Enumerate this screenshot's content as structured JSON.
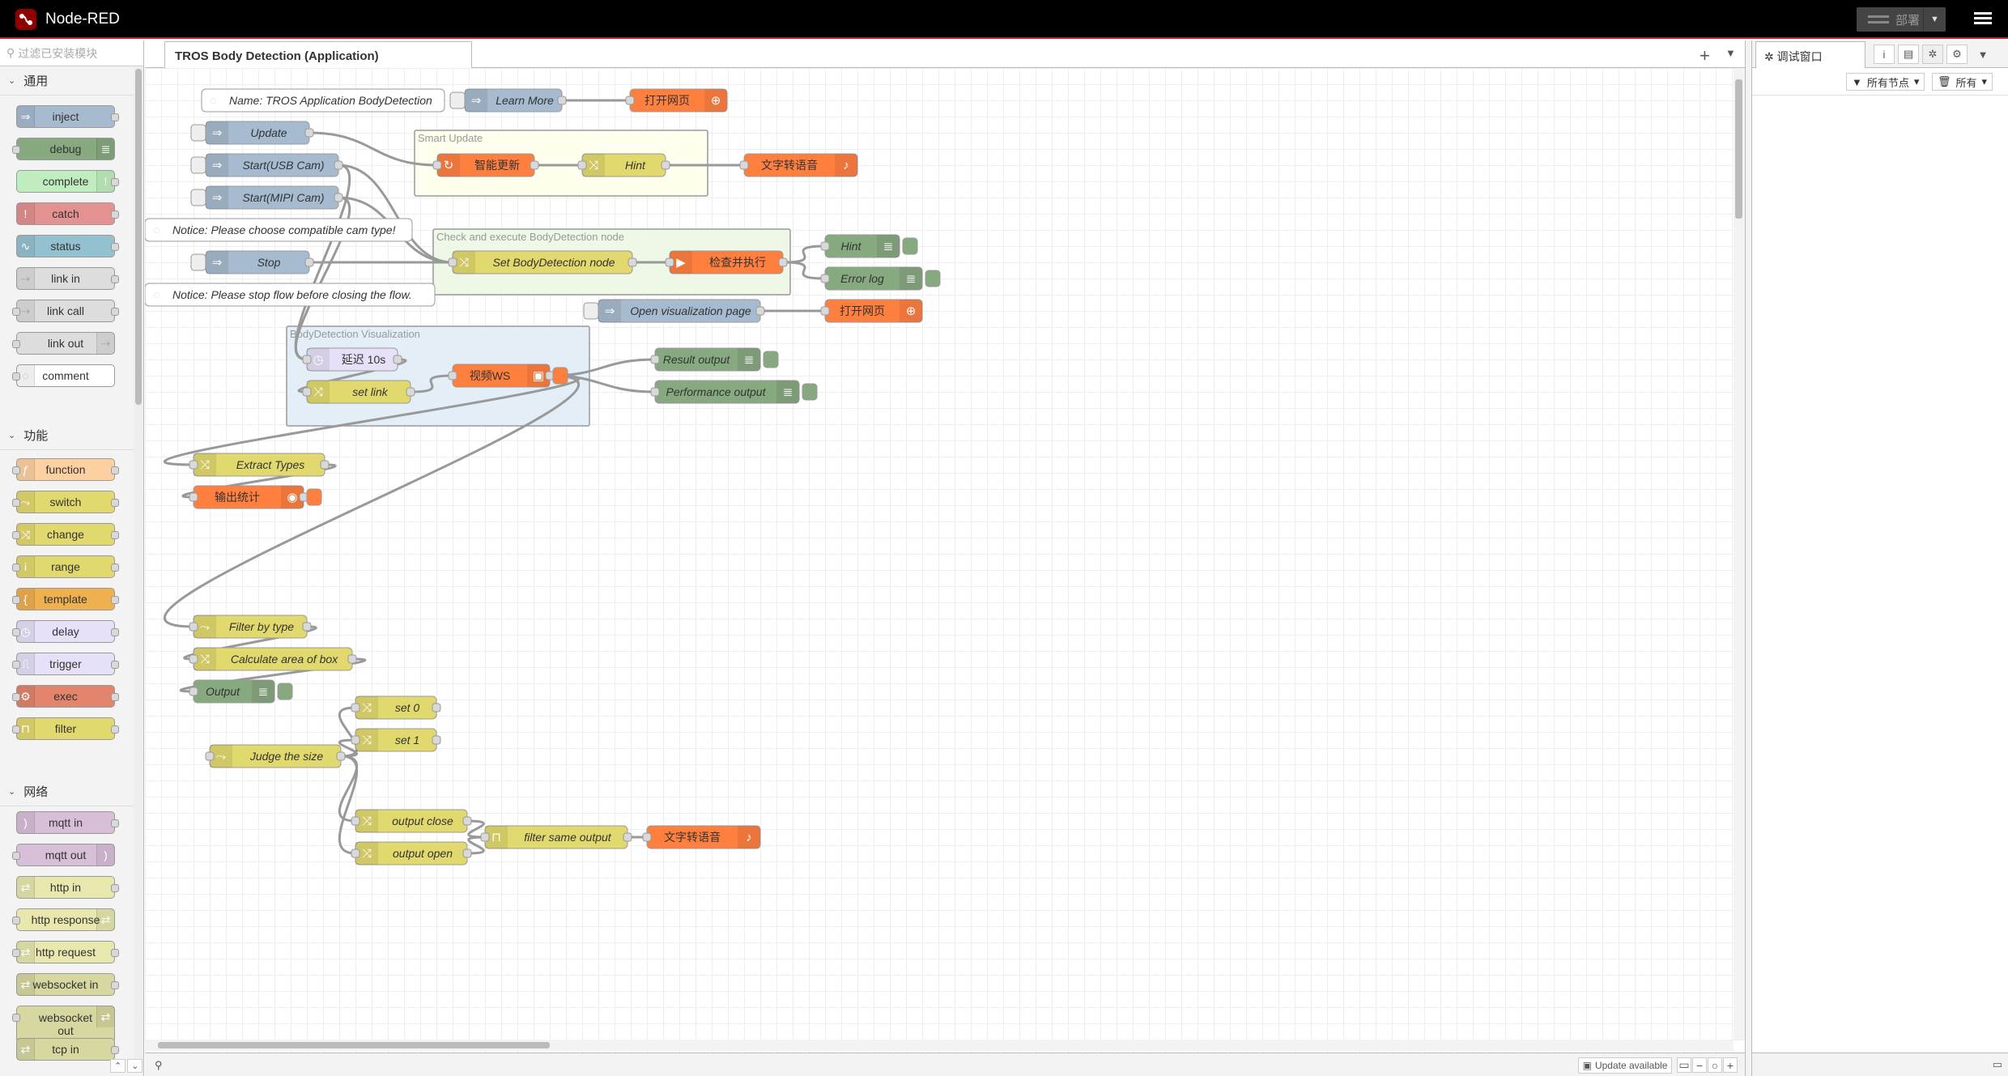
{
  "header": {
    "title": "Node-RED",
    "deploy_label": "部署"
  },
  "palette": {
    "search_placeholder": "过滤已安装模块",
    "categories": [
      {
        "name": "通用",
        "nodes": [
          "inject",
          "debug",
          "complete",
          "catch",
          "status",
          "link in",
          "link call",
          "link out",
          "comment"
        ]
      },
      {
        "name": "功能",
        "nodes": [
          "function",
          "switch",
          "change",
          "range",
          "template",
          "delay",
          "trigger",
          "exec",
          "filter"
        ]
      },
      {
        "name": "网络",
        "nodes": [
          "mqtt in",
          "mqtt out",
          "http in",
          "http response",
          "http request",
          "websocket in",
          "websocket out",
          "tcp in"
        ]
      }
    ],
    "node_colors": {
      "inject": "#a6bbcf",
      "debug": "#87a980",
      "complete": "#c0edc0",
      "catch": "#e49191",
      "status": "#94c1d0",
      "link": "#dddddd",
      "comment": "#ffffff",
      "function": "#fdd0a2",
      "switch": "#e2d96e",
      "delay": "#e6e0f8",
      "exec": "#e2856c",
      "mqtt": "#d8bfd8",
      "http": "#e7e7ae",
      "websocket": "#d7d7a0"
    }
  },
  "workspace": {
    "tab_label": "TROS Body Detection (Application)",
    "groups": [
      {
        "label": "Smart Update"
      },
      {
        "label": "Check and execute BodyDetection node"
      },
      {
        "label": "BodyDetection Visualization"
      }
    ],
    "nodes": [
      {
        "label": "Name: TROS Application BodyDetection",
        "type": "comment"
      },
      {
        "label": "Learn More",
        "type": "inject"
      },
      {
        "label": "打开网页",
        "type": "web"
      },
      {
        "label": "Update",
        "type": "inject"
      },
      {
        "label": "智能更新",
        "type": "update"
      },
      {
        "label": "Hint",
        "type": "change"
      },
      {
        "label": "文字转语音",
        "type": "tts"
      },
      {
        "label": "Start(USB Cam)",
        "type": "inject"
      },
      {
        "label": "Start(MIPI Cam)",
        "type": "inject"
      },
      {
        "label": "Notice: Please choose compatible cam type!",
        "type": "comment"
      },
      {
        "label": "Stop",
        "type": "inject"
      },
      {
        "label": "Set BodyDetection node",
        "type": "change"
      },
      {
        "label": "检查并执行",
        "type": "exec"
      },
      {
        "label": "Hint",
        "type": "debug"
      },
      {
        "label": "Error log",
        "type": "debug"
      },
      {
        "label": "Notice: Please stop flow before closing the flow.",
        "type": "comment"
      },
      {
        "label": "Open visualization page",
        "type": "inject"
      },
      {
        "label": "打开网页",
        "type": "web"
      },
      {
        "label": "延迟 10s",
        "type": "delay"
      },
      {
        "label": "set link",
        "type": "change"
      },
      {
        "label": "视频WS",
        "type": "video"
      },
      {
        "label": "Result output",
        "type": "debug"
      },
      {
        "label": "Performance output",
        "type": "debug"
      },
      {
        "label": "Extract Types",
        "type": "change"
      },
      {
        "label": "输出统计",
        "type": "stats"
      },
      {
        "label": "Filter by type",
        "type": "switch"
      },
      {
        "label": "Calculate area of box",
        "type": "change"
      },
      {
        "label": "Output",
        "type": "debug"
      },
      {
        "label": "set 0",
        "type": "change"
      },
      {
        "label": "set 1",
        "type": "change"
      },
      {
        "label": "Judge the size",
        "type": "switch"
      },
      {
        "label": "output close",
        "type": "change"
      },
      {
        "label": "output open",
        "type": "change"
      },
      {
        "label": "filter same output",
        "type": "filter"
      },
      {
        "label": "文字转语音",
        "type": "tts"
      }
    ]
  },
  "footer": {
    "update_label": "Update available",
    "zoom_out": "−",
    "zoom_reset": "○",
    "zoom_in": "+"
  },
  "sidebar": {
    "tab_label": "调试窗口",
    "filter_nodes": "所有节点",
    "clear_all": "所有"
  }
}
